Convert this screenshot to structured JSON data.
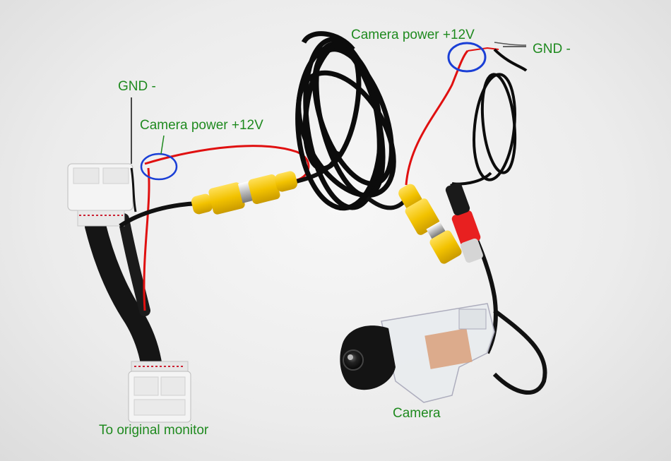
{
  "labels": {
    "gnd_left": "GND -",
    "power_left": "Camera power +12V",
    "power_right": "Camera power +12V",
    "gnd_right": "GND -",
    "camera": "Camera",
    "monitor": "To original monitor"
  },
  "colors": {
    "label_text": "#1f8a1f",
    "highlight_circle": "#1a3fd6",
    "power_wire": "#e01010",
    "ground_wire": "#111111",
    "rca_plug": "#f2c200",
    "connector": "#f4f4f4"
  },
  "icons": [
    "wiring-harness",
    "rca-connector",
    "camera"
  ]
}
